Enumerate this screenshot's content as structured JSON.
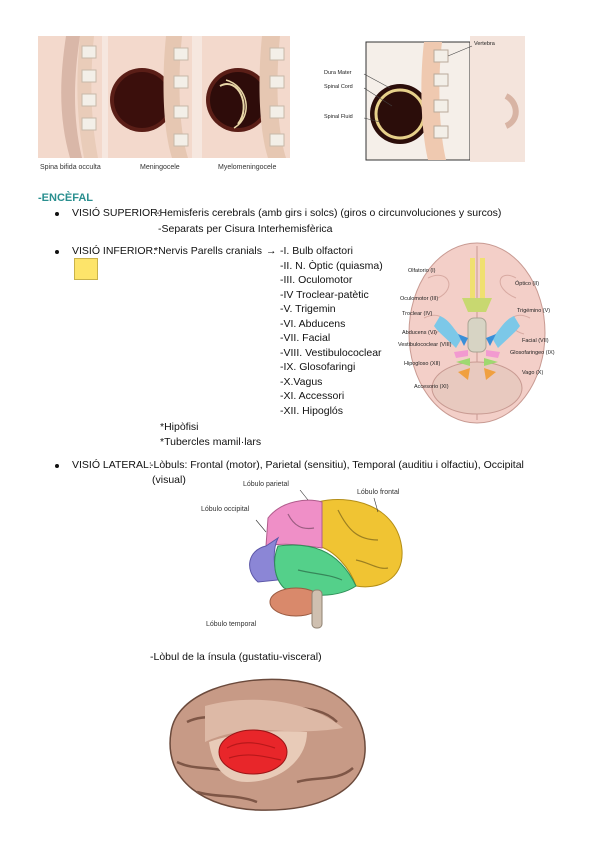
{
  "top_figures": {
    "captions": [
      "Spina bifida occulta",
      "Meningocele",
      "Myelomeningocele"
    ],
    "labels": [
      "Vertebra",
      "Dura Mater",
      "Spinal Cord",
      "Spinal Fluid"
    ]
  },
  "section_heading": "-ENCÈFAL",
  "superior": {
    "label": "VISIÓ SUPERIOR:",
    "line1": "-Hemisferis cerebrals (amb girs i solcs) (giros o circunvoluciones y surcos)",
    "line2": "-Separats per Cisura Interhemisfèrica"
  },
  "inferior": {
    "label": "VISIÓ INFERIOR:",
    "intro": "*Nervis Parells cranials",
    "nerves": [
      "-I. Bulb olfactori",
      "-II. N. Òptic (quiasma)",
      "-III. Oculomotor",
      "-IV Troclear-patètic",
      "-V. Trigemin",
      "-VI. Abducens",
      "-VII. Facial",
      "-VIII. Vestibulococlear",
      "-IX. Glosofaringi",
      "-X.Vagus",
      "-XI. Accessori",
      "-XII. Hipoglós"
    ],
    "extra1": "*Hipòfisi",
    "extra2": "*Tubercles mamil·lars",
    "diagram_labels": {
      "olfatorio": "Olfatorio (I)",
      "optico": "Óptico (II)",
      "oculomotor": "Oculomotor (III)",
      "troclear": "Troclear (IV)",
      "trigemino": "Trigémino (V)",
      "abducens": "Abducens (VI)",
      "facial": "Facial (VII)",
      "vestibulococlear": "Vestibulococlear (VIII)",
      "glosofaringeo": "Glosofaringeo (IX)",
      "hipogloso": "Hipogloso (XII)",
      "vago": "Vago (X)",
      "accesorio": "Accesorio (XI)"
    }
  },
  "lateral": {
    "label": "VISIÓ LATERAL:",
    "line1": "-Lòbuls: Frontal (motor), Parietal (sensitiu), Temporal (auditiu i olfactiu), Occipital",
    "line2": "(visual)",
    "diagram_labels": {
      "parietal": "Lóbulo parietal",
      "frontal": "Lóbulo frontal",
      "occipital": "Lóbulo occipital",
      "temporal": "Lóbulo temporal"
    }
  },
  "insula": {
    "text": "-Lòbul de la ínsula (gustatiu-visceral)"
  },
  "colors": {
    "heading": "#2a8f8f",
    "highlight": "#fde46a",
    "frontal": "#f0c433",
    "parietal": "#ef8fc7",
    "occipital": "#8b86d6",
    "temporal": "#54d08a",
    "cerebellum": "#d9896b",
    "insula": "#e8262a"
  }
}
